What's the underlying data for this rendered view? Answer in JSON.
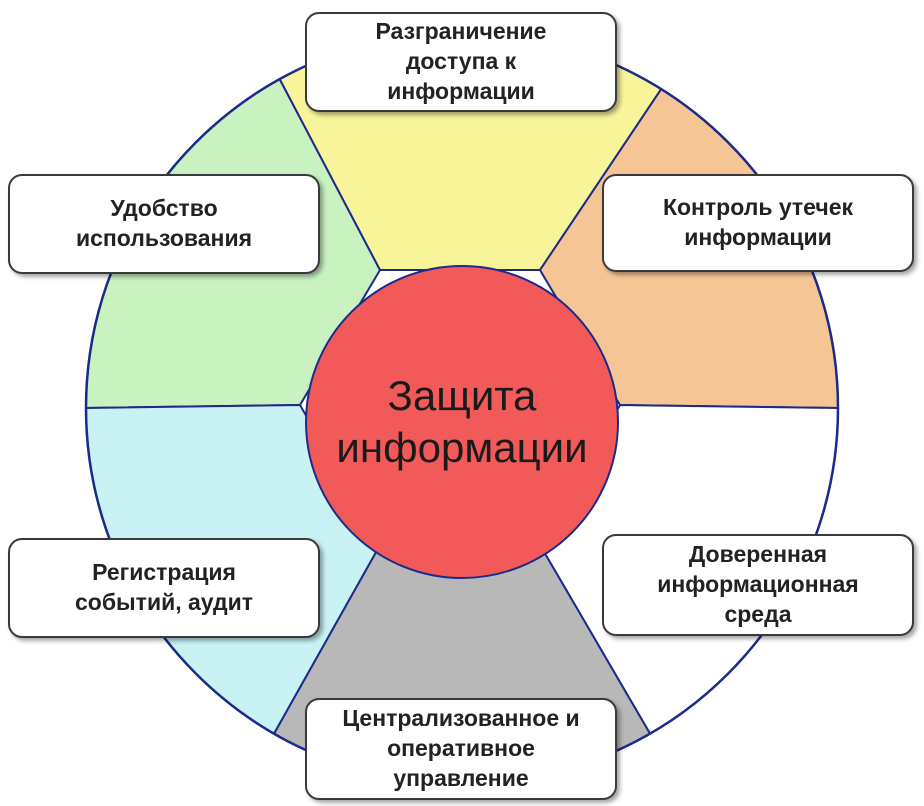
{
  "center": {
    "title": "Защита\nинформации"
  },
  "segments": [
    {
      "name": "access-control",
      "label": "Разграничение\nдоступа к\nинформации",
      "color": "#f7f49a"
    },
    {
      "name": "leak-control",
      "label": "Контроль утечек\nинформации",
      "color": "#f5c596"
    },
    {
      "name": "trusted-environment",
      "label": "Доверенная\nинформационная\nсреда",
      "color": "#ffffff"
    },
    {
      "name": "central-management",
      "label": "Централизованное и\nоперативное\nуправление",
      "color": "#b8b8b8"
    },
    {
      "name": "event-registration",
      "label": "Регистрация\nсобытий, аудит",
      "color": "#c8f2f4"
    },
    {
      "name": "usability",
      "label": "Удобство\nиспользования",
      "color": "#c8f2c0"
    }
  ],
  "colors": {
    "center": "#f25a5a",
    "outline": "#1c2a8a"
  }
}
